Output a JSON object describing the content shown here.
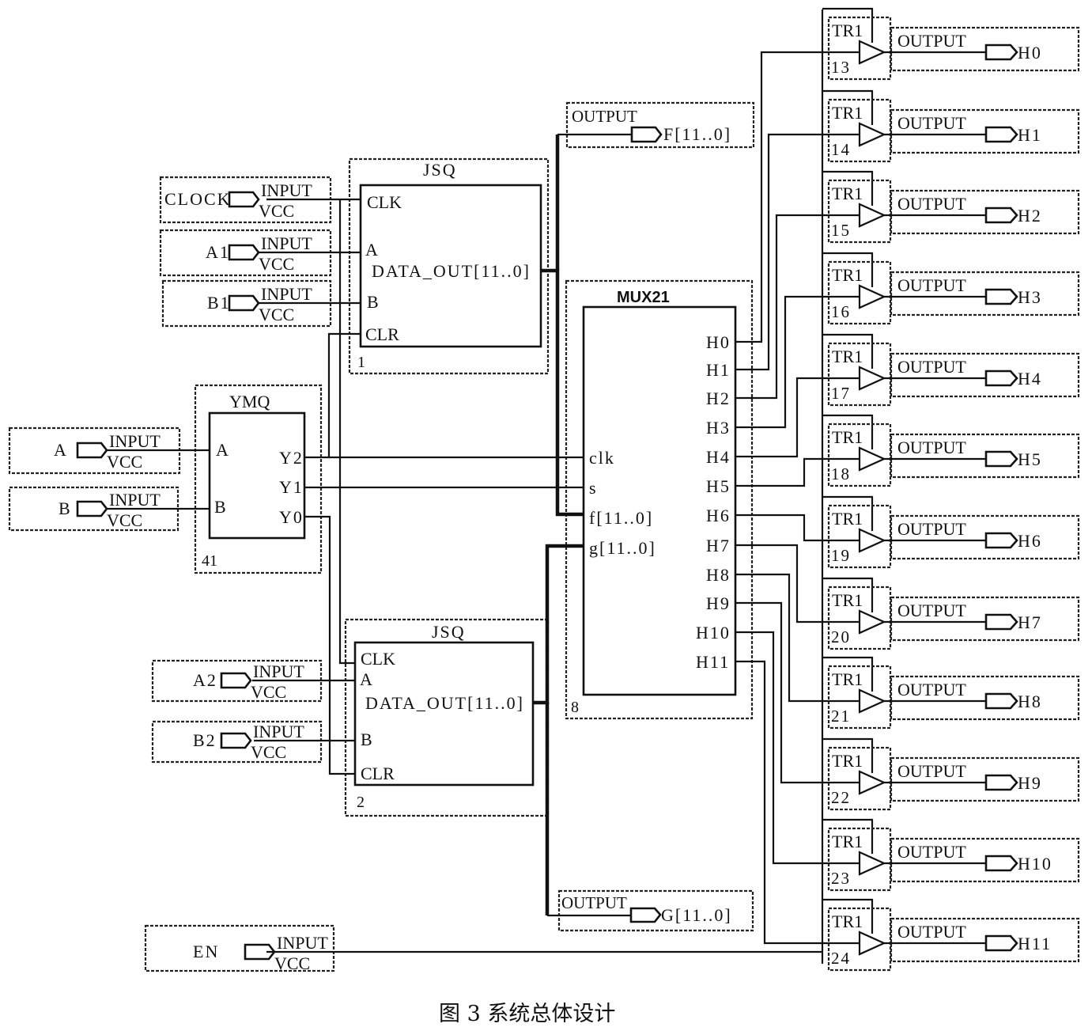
{
  "caption": "图 3   系统总体设计",
  "input_pin": {
    "type_label": "INPUT",
    "sub_label": "VCC"
  },
  "output_pin": {
    "type_label": "OUTPUT"
  },
  "inputs": {
    "clock": "CLOCK",
    "a1": "A1",
    "b1": "B1",
    "a": "A",
    "b": "B",
    "a2": "A2",
    "b2": "B2",
    "en": "EN"
  },
  "jsq1": {
    "name": "JSQ",
    "instance": "1",
    "ports": {
      "clk": "CLK",
      "a": "A",
      "b": "B",
      "clr": "CLR",
      "out": "DATA_OUT[11..0]"
    }
  },
  "jsq2": {
    "name": "JSQ",
    "instance": "2",
    "ports": {
      "clk": "CLK",
      "a": "A",
      "b": "B",
      "clr": "CLR",
      "out": "DATA_OUT[11..0]"
    }
  },
  "ymq": {
    "name": "YMQ",
    "instance": "41",
    "ports": {
      "a": "A",
      "b": "B",
      "y2": "Y2",
      "y1": "Y1",
      "y0": "Y0"
    }
  },
  "mux": {
    "name": "MUX21",
    "instance": "8",
    "inputs": {
      "clk": "clk",
      "s": "s",
      "f": "f[11..0]",
      "g": "g[11..0]"
    },
    "outputs": [
      "H0",
      "H1",
      "H2",
      "H3",
      "H4",
      "H5",
      "H6",
      "H7",
      "H8",
      "H9",
      "H10",
      "H11"
    ]
  },
  "bus_outputs": {
    "f": "F[11..0]",
    "g": "G[11..0]"
  },
  "tristate": {
    "type": "TR1",
    "instances": [
      "13",
      "14",
      "15",
      "16",
      "17",
      "18",
      "19",
      "20",
      "21",
      "22",
      "23",
      "24"
    ],
    "outputs": [
      "H0",
      "H1",
      "H2",
      "H3",
      "H4",
      "H5",
      "H6",
      "H7",
      "H8",
      "H9",
      "H10",
      "H11"
    ]
  }
}
